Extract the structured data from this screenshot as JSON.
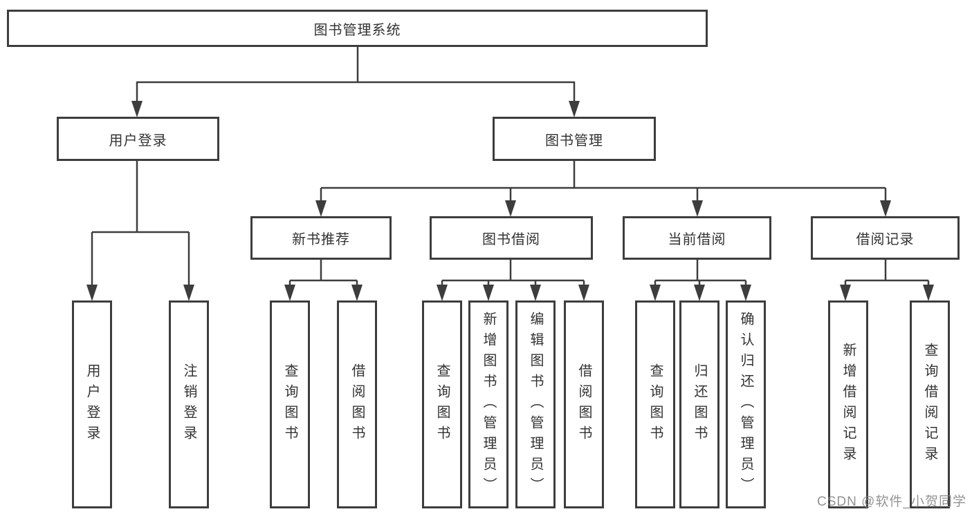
{
  "page": {
    "background": "#ffffff"
  },
  "colors": {
    "line": "#3d3d3d",
    "box_border": "#3d3d3d",
    "text": "#333333",
    "watermark": "#9c9c9c"
  },
  "tree": {
    "label": "图书管理系统",
    "children": [
      {
        "label": "用户登录",
        "children": [
          {
            "label": "用户登录"
          },
          {
            "label": "注销登录"
          }
        ]
      },
      {
        "label": "图书管理",
        "children": [
          {
            "label": "新书推荐",
            "children": [
              {
                "label": "查询图书"
              },
              {
                "label": "借阅图书"
              }
            ]
          },
          {
            "label": "图书借阅",
            "children": [
              {
                "label": "查询图书"
              },
              {
                "label": "新增图书（管理员）"
              },
              {
                "label": "编辑图书（管理员）"
              },
              {
                "label": "借阅图书"
              }
            ]
          },
          {
            "label": "当前借阅",
            "children": [
              {
                "label": "查询图书"
              },
              {
                "label": "归还图书"
              },
              {
                "label": "确认归还（管理员）"
              }
            ]
          },
          {
            "label": "借阅记录",
            "children": [
              {
                "label": "新增借阅记录"
              },
              {
                "label": "查询借阅记录"
              }
            ]
          }
        ]
      }
    ]
  },
  "watermark": "CSDN @软件_小贺同学"
}
